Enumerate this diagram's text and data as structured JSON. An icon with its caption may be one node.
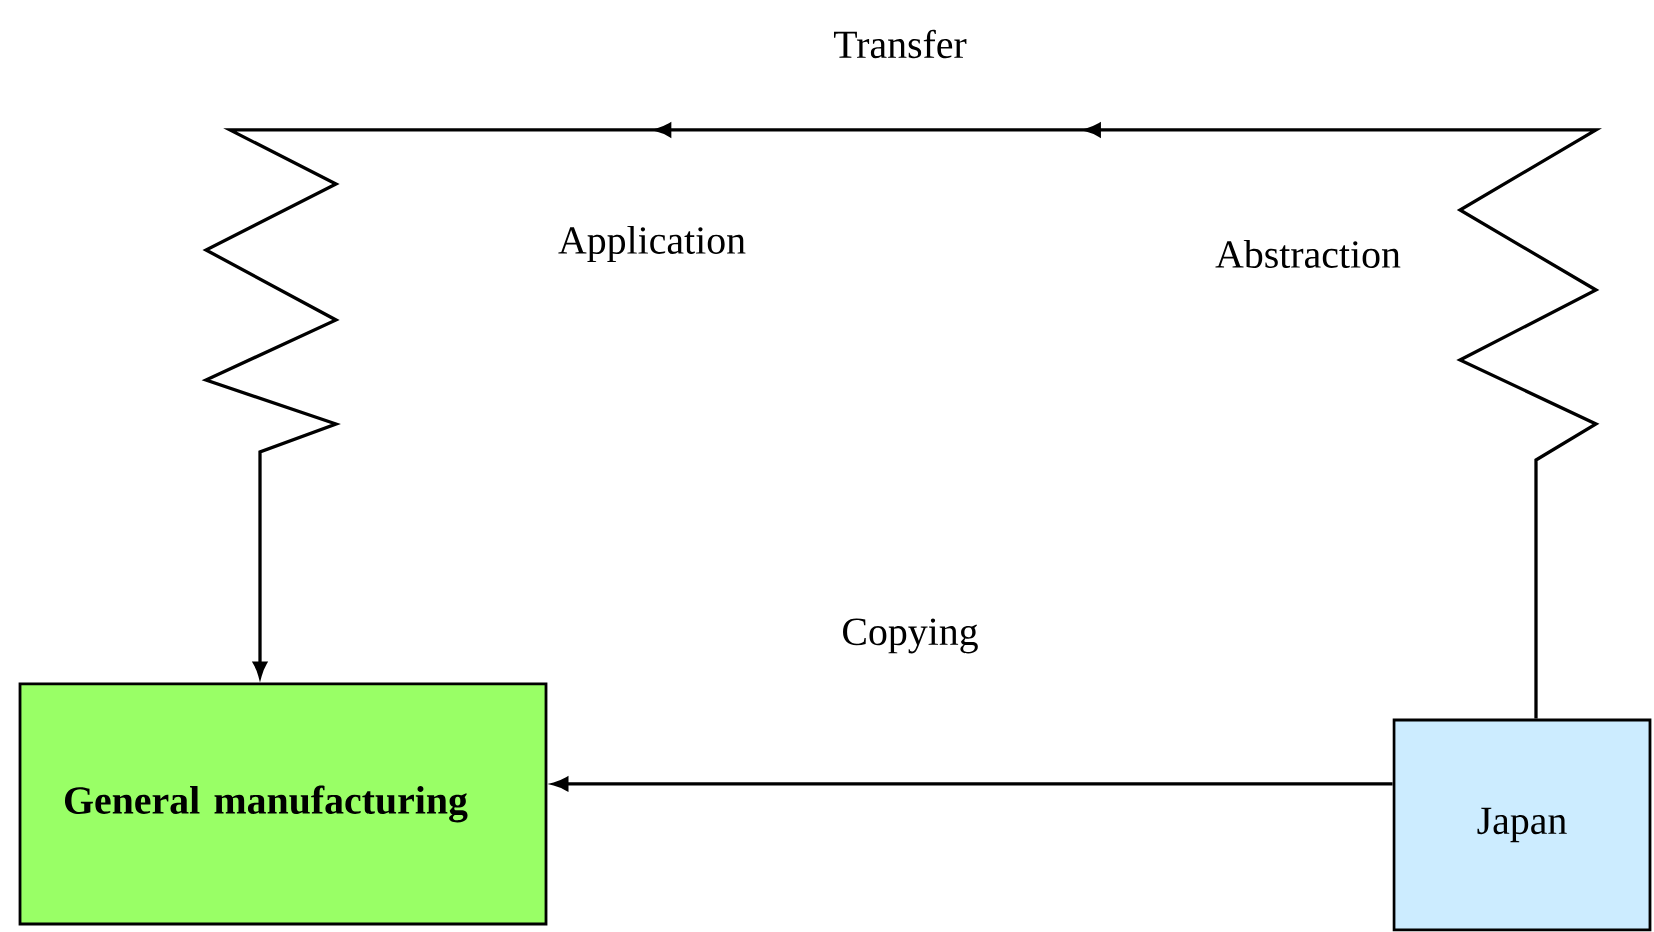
{
  "diagram": {
    "nodes": [
      {
        "text": [
          "General manufacturing"
        ]
      },
      {
        "text": [
          "Japan"
        ]
      }
    ],
    "edges": [
      {
        "from": 1,
        "to": 0,
        "arrow": "to",
        "label": "Copying"
      },
      {
        "from": 1,
        "to": 0,
        "arrow": "to",
        "label": "Transfer"
      }
    ],
    "labels": [
      "Application",
      "Abstraction"
    ]
  }
}
